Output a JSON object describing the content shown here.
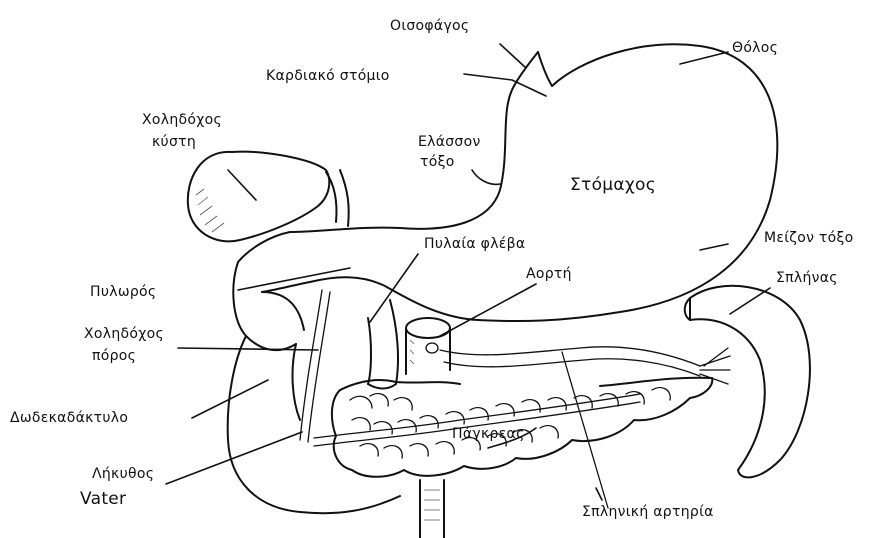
{
  "labels": {
    "oisofagos": "Οισοφάγος",
    "thólos": "Θόλος",
    "kardiako": "Καρδιακό στόμιο",
    "cholidochos_kystis_1": "Χοληδόχος",
    "cholidochos_kystis_2": "κύστη",
    "elasson_1": "Ελάσσον",
    "elasson_2": "τόξο",
    "stomachos": "Στόμαχος",
    "meizon": "Μείζον τόξο",
    "pylaia": "Πυλαία φλέβα",
    "pyloros": "Πυλωρός",
    "aorti": "Αορτή",
    "splinas": "Σπλήνας",
    "cholidochos_poros_1": "Χοληδόχος",
    "cholidochos_poros_2": "πόρος",
    "dodekadaktylo": "Δωδεκαδάκτυλο",
    "pagkreas": "Πάγκρεας",
    "lykythos_1": "Λήκυθος",
    "lykythos_2": "Vater",
    "splinikh": "Σπληνική αρτηρία"
  },
  "colors": {
    "ink": "#111111",
    "background": "#ffffff"
  }
}
